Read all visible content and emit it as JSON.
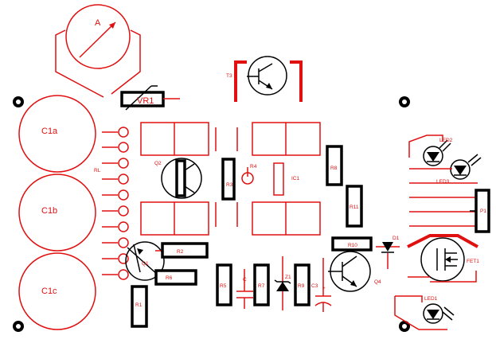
{
  "labels": {
    "meter": "A",
    "c1a": "C1a",
    "c1b": "C1b",
    "c1c": "C1c",
    "rl": "RL",
    "vr1": "VR1",
    "t3": "T3",
    "q2": "Q2",
    "q1": "Q1",
    "r1": "R1",
    "r2": "R2",
    "r3": "R3",
    "r4": "R4",
    "r5": "R5",
    "r6": "R6",
    "r7": "R7",
    "r8": "R8",
    "r9": "R9",
    "r10": "R10",
    "r11": "R11",
    "ic1": "IC1",
    "z1": "Z1",
    "c3": "C3",
    "c": "C",
    "plus": "+",
    "q4": "Q4",
    "d1": "D1",
    "led1": "LED1",
    "led2": "LED2",
    "led3": "LED3",
    "p1": "P1",
    "fet1": "FET1"
  },
  "colors": {
    "trace": "#e01010",
    "component_body": "#000000",
    "background": "#ffffff"
  }
}
